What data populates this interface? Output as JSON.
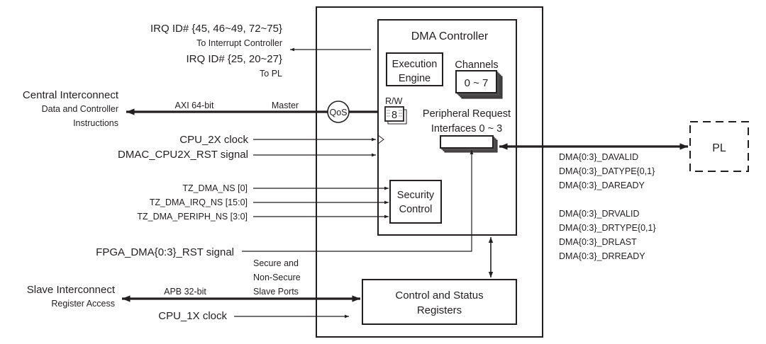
{
  "diagram": {
    "blocks": {
      "dma_controller": "DMA Controller",
      "execution_engine": [
        "Execution",
        "Engine"
      ],
      "channels_title": "Channels",
      "channels_range": "0 ~ 7",
      "rw_title": "R/W",
      "rw_value": "8",
      "qos": "QoS",
      "peripheral_request": [
        "Peripheral Request",
        "Interfaces 0 ~ 3"
      ],
      "security_control": [
        "Security",
        "Control"
      ],
      "control_status": [
        "Control and Status",
        "Registers"
      ],
      "pl": "PL"
    },
    "left_labels": {
      "irq1_title": "IRQ ID# {45, 46~49, 72~75}",
      "irq1_sub": "To Interrupt Controller",
      "irq2_title": "IRQ ID# {25, 20~27}",
      "irq2_sub": "To PL",
      "central_title": "Central Interconnect",
      "central_sub1": "Data and Controller",
      "central_sub2": "Instructions",
      "axi": "AXI 64-bit",
      "master": "Master",
      "cpu2x_clock": "CPU_2X clock",
      "dmac_rst": "DMAC_CPU2X_RST signal",
      "tz_ns": "TZ_DMA_NS [0]",
      "tz_irq": "TZ_DMA_IRQ_NS [15:0]",
      "tz_periph": "TZ_DMA_PERIPH_NS [3:0]",
      "fpga_rst": "FPGA_DMA{0:3}_RST signal",
      "secure_ports": [
        "Secure and",
        "Non-Secure",
        "Slave Ports"
      ],
      "slave_title": "Slave Interconnect",
      "slave_sub": "Register Access",
      "apb": "APB 32-bit",
      "cpu1x_clock": "CPU_1X clock"
    },
    "right_labels": {
      "da_signals": [
        "DMA{0:3}_DAVALID",
        "DMA{0:3}_DATYPE{0,1}",
        "DMA{0:3}_DAREADY"
      ],
      "dr_signals": [
        "DMA{0:3}_DRVALID",
        "DMA{0:3}_DRTYPE{0,1}",
        "DMA{0:3}_DRLAST",
        "DMA{0:3}_DRREADY"
      ]
    }
  }
}
